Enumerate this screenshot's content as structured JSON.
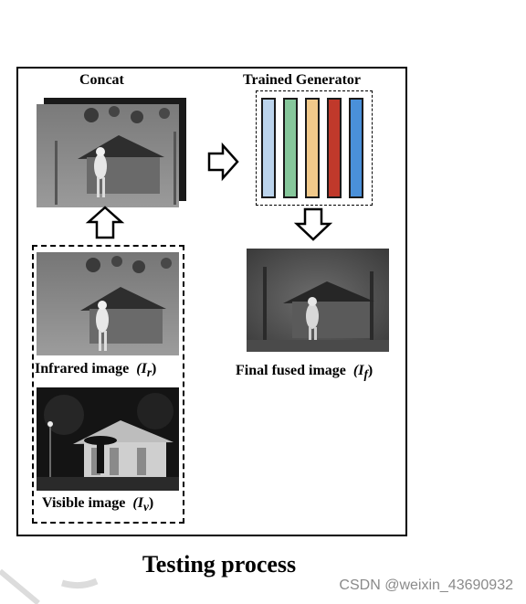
{
  "labels": {
    "concat": "Concat",
    "generator": "Trained Generator",
    "infrared": "Infrared image",
    "infrared_sym": "(I",
    "infrared_sub": "r",
    "visible": "Visible image",
    "visible_sym": "(I",
    "visible_sub": "v",
    "fused": "Final fused image",
    "fused_sym": "(I",
    "fused_sub": "f",
    "close": ")"
  },
  "title": "Testing process",
  "watermark": "CSDN @weixin_43690932",
  "generator_layers": [
    {
      "color": "#bcd4ec"
    },
    {
      "color": "#86c79b"
    },
    {
      "color": "#f1c98a"
    },
    {
      "color": "#c0392b"
    },
    {
      "color": "#4a90d9"
    }
  ]
}
